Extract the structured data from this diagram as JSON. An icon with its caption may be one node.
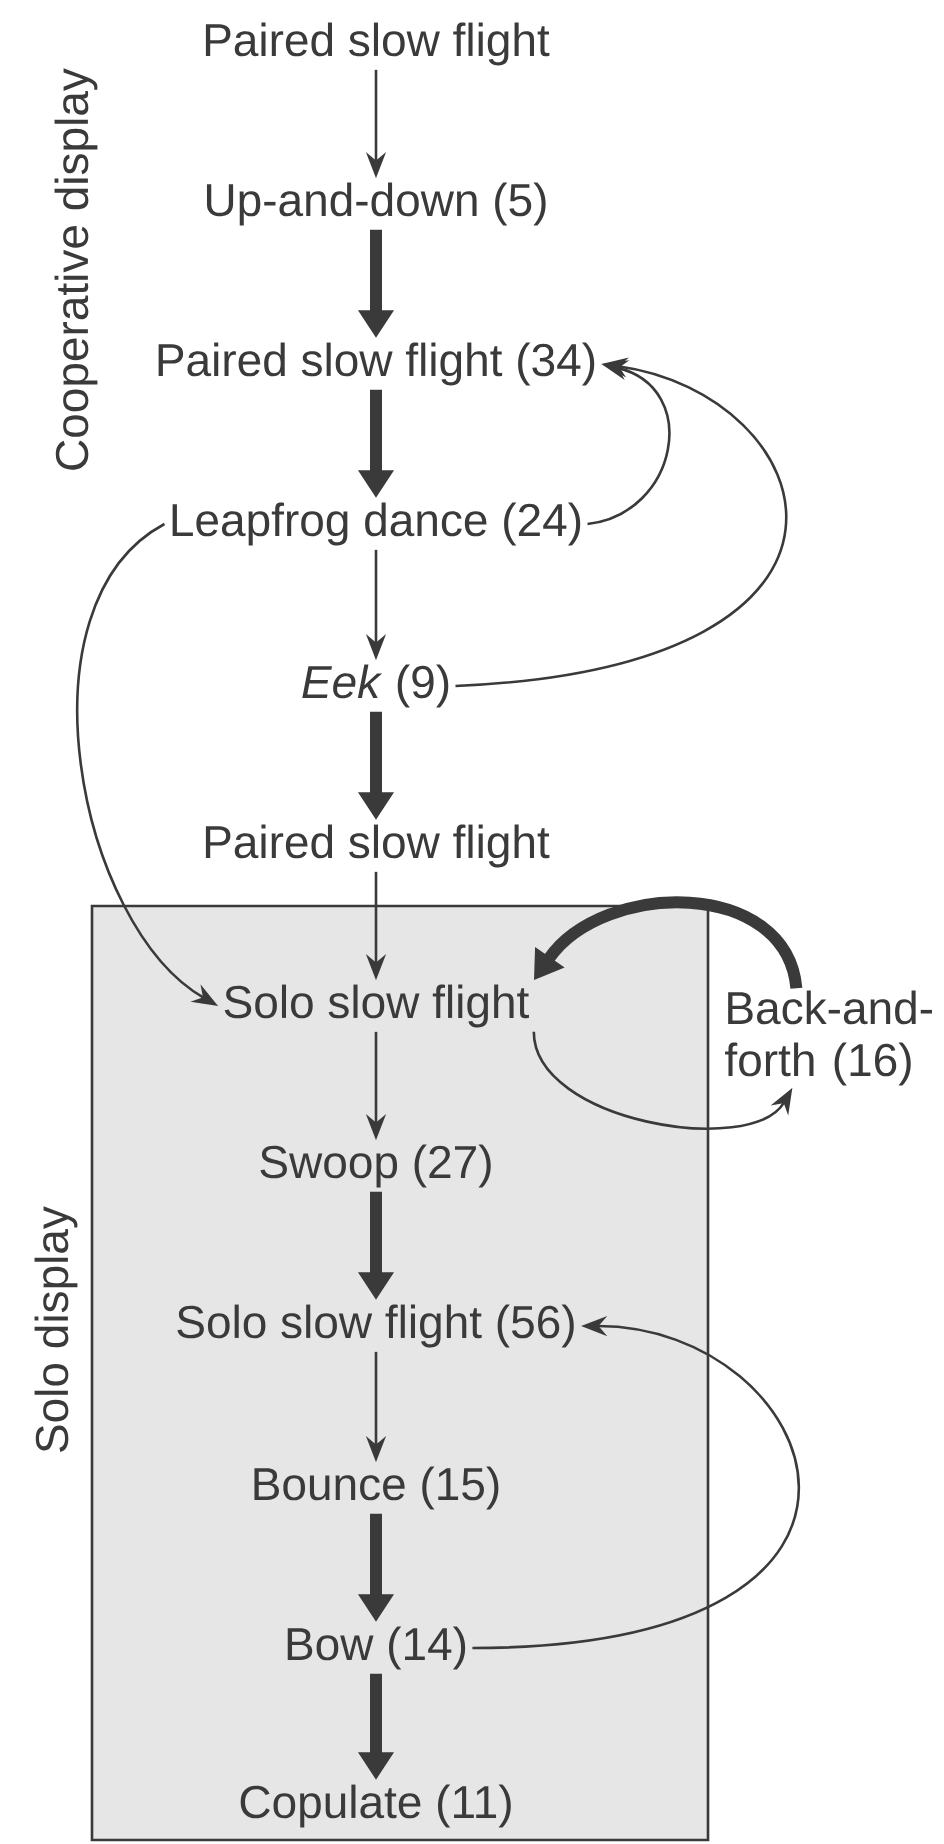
{
  "diagram": {
    "nodes": [
      {
        "text": [
          "Paired slow flight"
        ]
      },
      {
        "text": [
          "Up-and-down (5)"
        ]
      },
      {
        "text": [
          "Paired slow flight (34)"
        ]
      },
      {
        "text": [
          "Leapfrog dance (24)"
        ]
      },
      {
        "text": [
          "*Eek* (9)"
        ]
      },
      {
        "text": [
          "Paired slow flight"
        ]
      },
      {
        "text": [
          "Solo display"
        ]
      },
      {
        "text": [
          "Solo slow flight"
        ],
        "in": 6
      },
      {
        "text": [
          "Back-and-forth (16)"
        ]
      },
      {
        "text": [
          "Swoop (27)"
        ],
        "in": 6
      },
      {
        "text": [
          "Solo slow flight (56)"
        ],
        "in": 6
      },
      {
        "text": [
          "Bounce (15)"
        ],
        "in": 6
      },
      {
        "text": [
          "Bow (14)"
        ],
        "in": 6
      },
      {
        "text": [
          "Copulate (11)"
        ],
        "in": 6
      }
    ],
    "edges": [
      {
        "from": 0,
        "to": 1,
        "arrow": "to"
      },
      {
        "from": 1,
        "to": 2,
        "arrow": "to",
        "style": "thick"
      },
      {
        "from": 2,
        "to": 3,
        "arrow": "to",
        "style": "thick"
      },
      {
        "from": 3,
        "to": 2,
        "arrow": "to"
      },
      {
        "from": 3,
        "to": 4,
        "arrow": "to"
      },
      {
        "from": 4,
        "to": 2,
        "arrow": "to"
      },
      {
        "from": 4,
        "to": 5,
        "arrow": "to",
        "style": "thick"
      },
      {
        "from": 3,
        "to": 7,
        "arrow": "to"
      },
      {
        "from": 5,
        "to": 7,
        "arrow": "to"
      },
      {
        "from": 7,
        "to": 8,
        "arrow": "to"
      },
      {
        "from": 8,
        "to": 7,
        "arrow": "to",
        "style": "thick"
      },
      {
        "from": 7,
        "to": 9,
        "arrow": "to"
      },
      {
        "from": 9,
        "to": 10,
        "arrow": "to",
        "style": "thick"
      },
      {
        "from": 10,
        "to": 11,
        "arrow": "to"
      },
      {
        "from": 11,
        "to": 12,
        "arrow": "to",
        "style": "thick"
      },
      {
        "from": 12,
        "to": 13,
        "arrow": "to",
        "style": "thick"
      },
      {
        "from": 12,
        "to": 10,
        "arrow": "to"
      }
    ],
    "labels": [
      "Cooperative display"
    ]
  }
}
